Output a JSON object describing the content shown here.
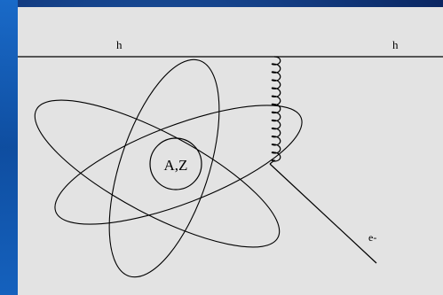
{
  "diagram": {
    "top_labels": [
      "h",
      "h"
    ],
    "nucleus_label": "A,Z",
    "electron_label": "e-"
  },
  "colors": {
    "panel_background": "#e3e3e3",
    "slide_background": "#143f86",
    "ink": "#000000"
  }
}
